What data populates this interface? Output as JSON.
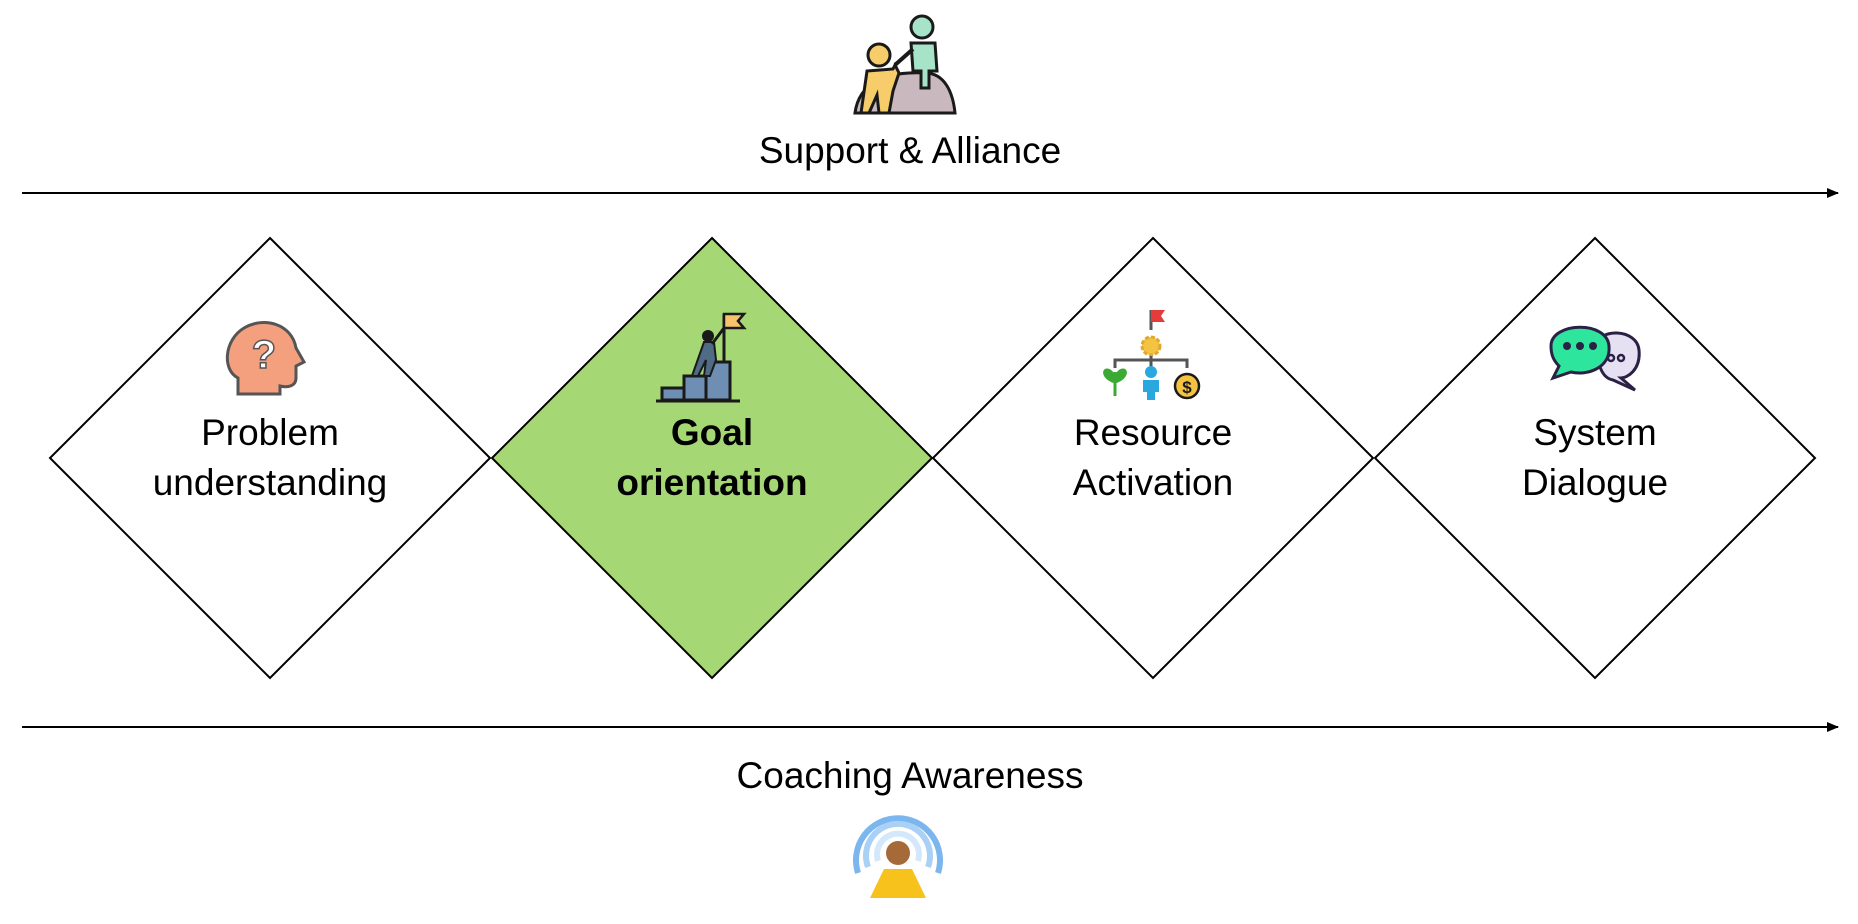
{
  "top_heading": "Support & Alliance",
  "bottom_heading": "Coaching Awareness",
  "colors": {
    "highlight_fill": "#a5d774",
    "stroke": "#000000",
    "support_icon_people": [
      "#f7cc6a",
      "#a6e3c9"
    ],
    "support_icon_rock": "#c9b8bd",
    "head_icon": "#f4a07f",
    "goal_icon_steps": "#6e8fb3",
    "goal_flag": "#f7c46c",
    "resource_flag": "#e63b3b",
    "resource_gear": "#f5c342",
    "resource_plant": "#3aaa35",
    "resource_person": "#29a8e0",
    "resource_coin": "#f5c342",
    "bubble_front": "#2ee59d",
    "bubble_back": "#e6e1f2",
    "awareness_rings": "#7cb6ee",
    "awareness_person_head": "#a56a37",
    "awareness_person_body": "#f7c21c"
  },
  "stages": [
    {
      "lines": [
        "Problem",
        "understanding"
      ],
      "icon": "head-question-icon",
      "highlighted": false
    },
    {
      "lines": [
        "Goal",
        "orientation"
      ],
      "icon": "summit-flag-icon",
      "highlighted": true
    },
    {
      "lines": [
        "Resource",
        "Activation"
      ],
      "icon": "resource-tree-icon",
      "highlighted": false
    },
    {
      "lines": [
        "System",
        "Dialogue"
      ],
      "icon": "chat-bubbles-icon",
      "highlighted": false
    }
  ]
}
